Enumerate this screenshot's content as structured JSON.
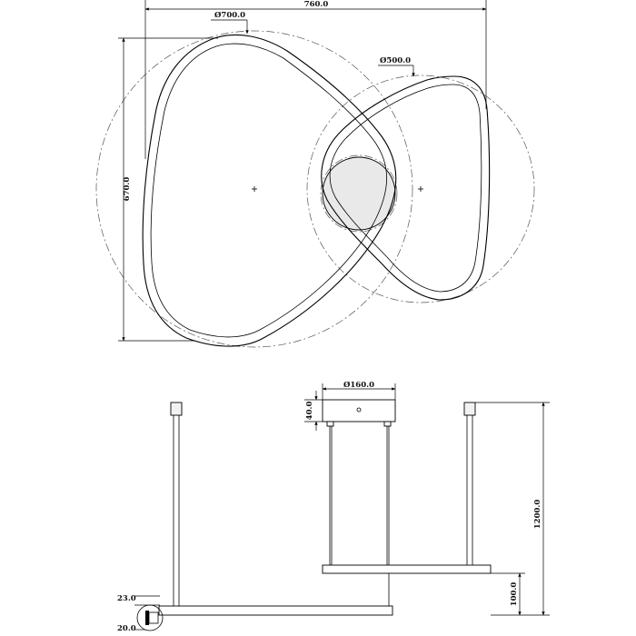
{
  "top_view": {
    "overall_width": "760.0",
    "overall_height": "670.0",
    "large_ring_diameter": "Ø700.0",
    "small_ring_diameter": "Ø500.0"
  },
  "side_view": {
    "canopy_diameter": "Ø160.0",
    "canopy_height": "40.0",
    "total_height": "1200.0",
    "ring_offset": "100.0",
    "ring_thickness_a": "23.0",
    "ring_thickness_b": "20.0"
  }
}
